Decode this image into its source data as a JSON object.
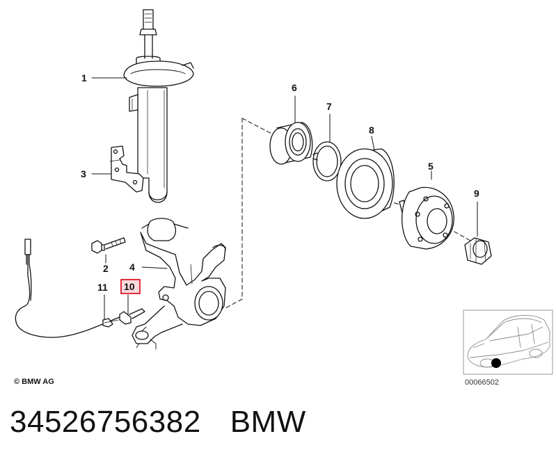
{
  "callouts": {
    "c1": "1",
    "c2": "2",
    "c3": "3",
    "c4": "4",
    "c5": "5",
    "c6": "6",
    "c7": "7",
    "c8": "8",
    "c9": "9",
    "c10": "10",
    "c11": "11"
  },
  "highlight_color": "#d9000f",
  "copyright": "© BMW AG",
  "image_code": "00066502",
  "caption": {
    "part_number": "34526756382",
    "brand": "BMW"
  }
}
